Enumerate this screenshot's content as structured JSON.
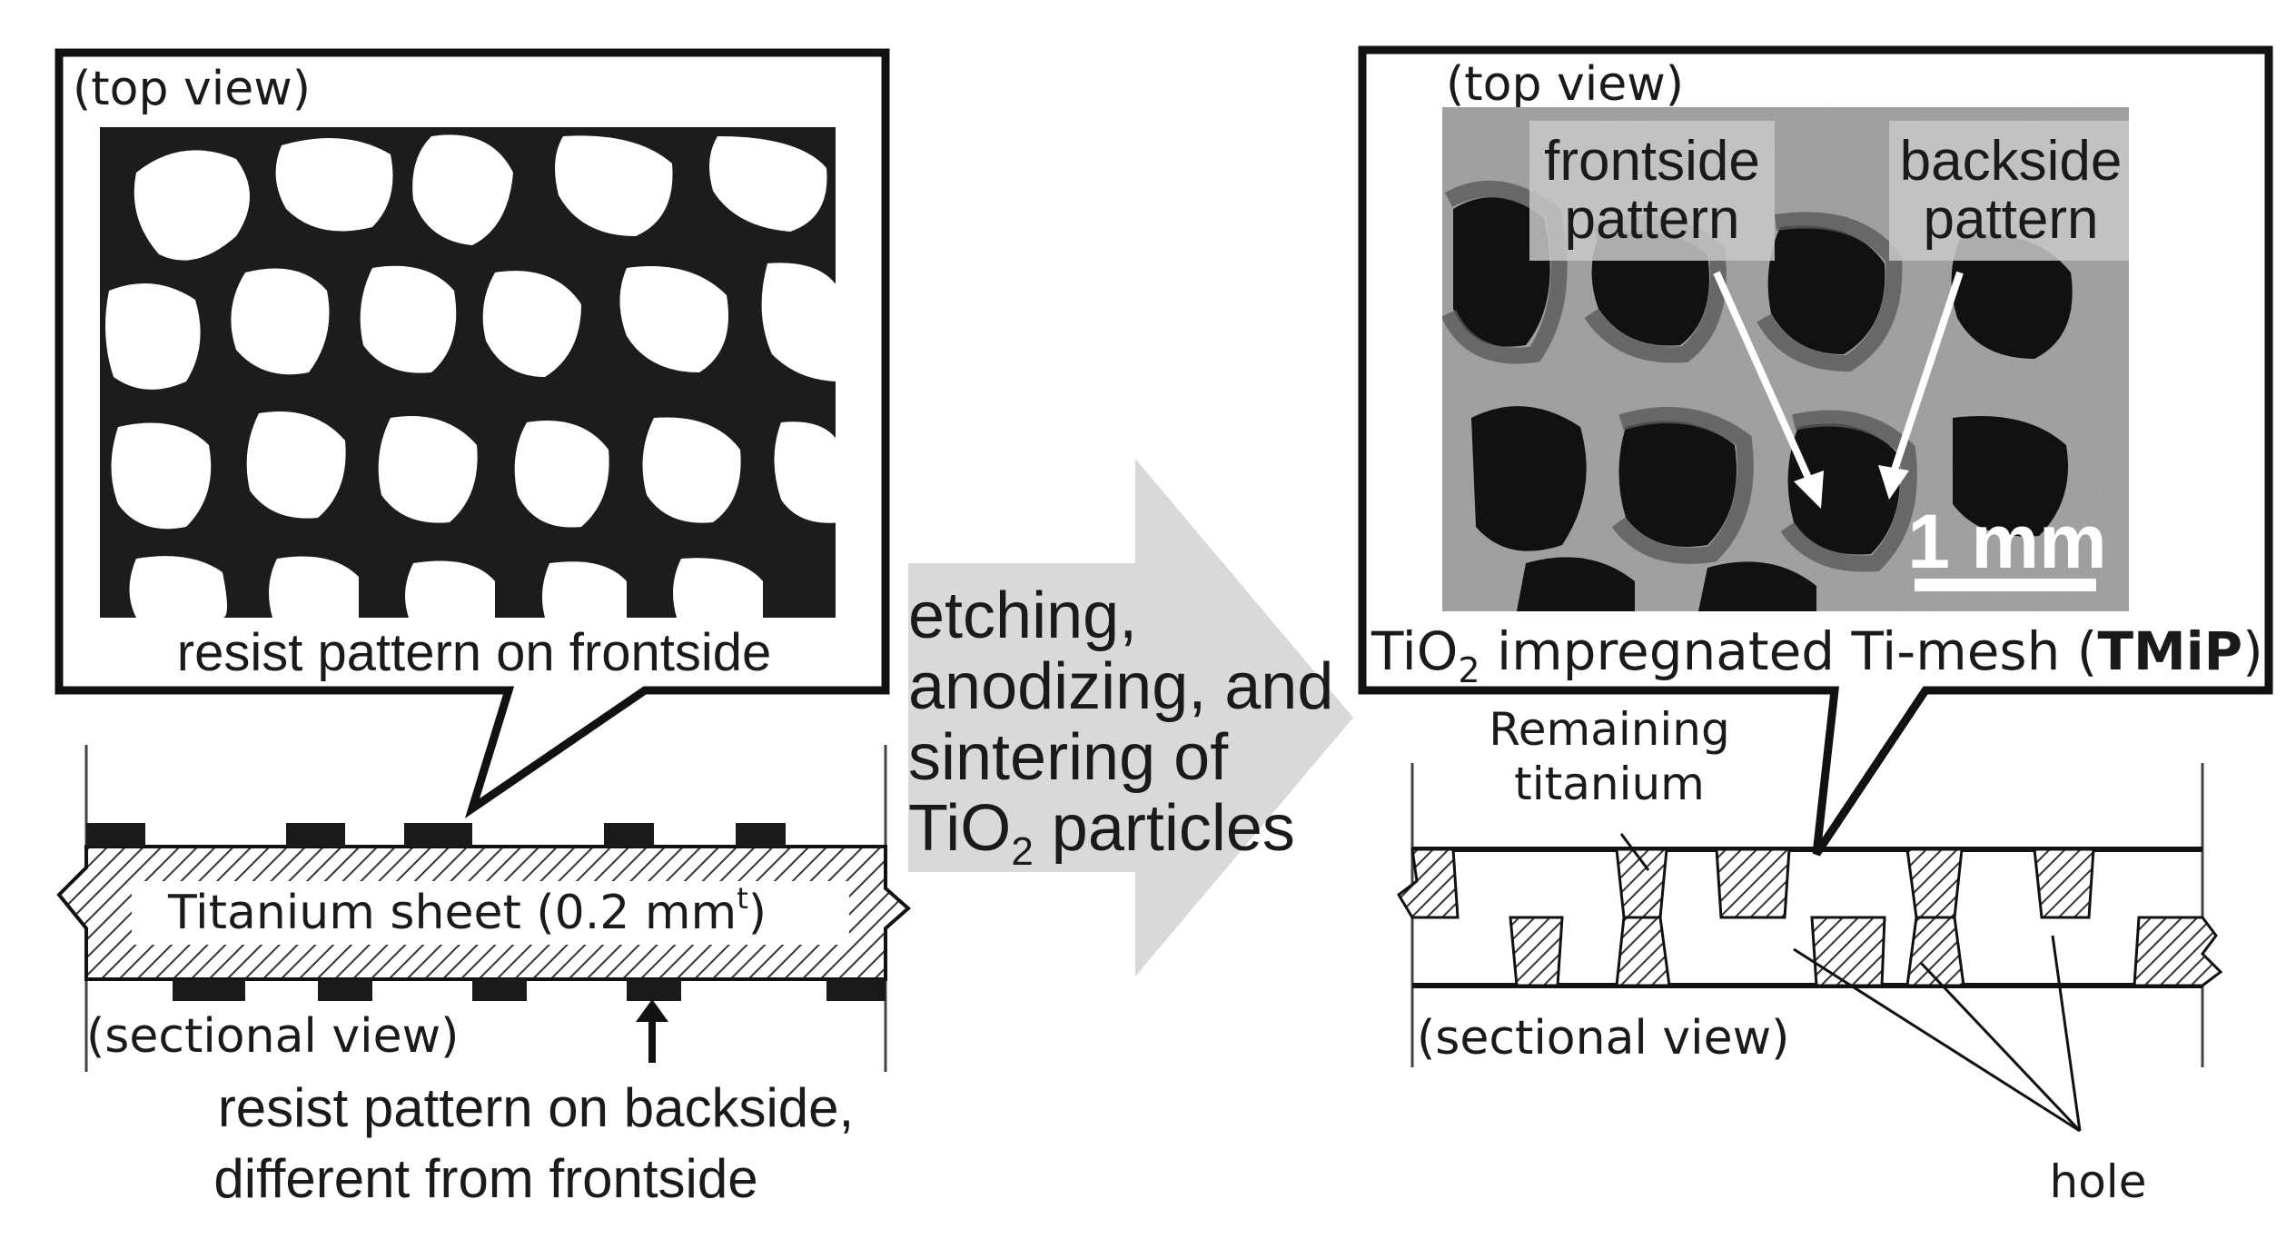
{
  "left": {
    "top_view_label": "(top view)",
    "resist_front_caption": "resist pattern on frontside",
    "sheet_label_main": "Titanium sheet (0.2 mm",
    "sheet_label_sup": "t",
    "sheet_label_close": ")",
    "sectional_label": "(sectional view)",
    "resist_back_line1": "resist pattern on backside,",
    "resist_back_line2": "different from frontside"
  },
  "process": {
    "line1": "etching,",
    "line2": "anodizing, and",
    "line3": "sintering of",
    "line4_pre": "TiO",
    "line4_sub": "2",
    "line4_post": " particles"
  },
  "right": {
    "top_view_label": "(top view)",
    "frontside_line1": "frontside",
    "frontside_line2": "pattern",
    "backside_line1": "backside",
    "backside_line2": "pattern",
    "scale_label": "1 mm",
    "caption_pre": "TiO",
    "caption_sub": "2",
    "caption_mid": " impregnated Ti-mesh (",
    "caption_bold": "TMiP",
    "caption_end": ")",
    "remaining_line1": "Remaining",
    "remaining_line2": "titanium",
    "sectional_label": "(sectional view)",
    "hole_label": "hole"
  },
  "colors": {
    "ink": "#1a1a1a",
    "arrow_fill": "#d9d9d9",
    "photo_bg": "#9a9a9a"
  }
}
